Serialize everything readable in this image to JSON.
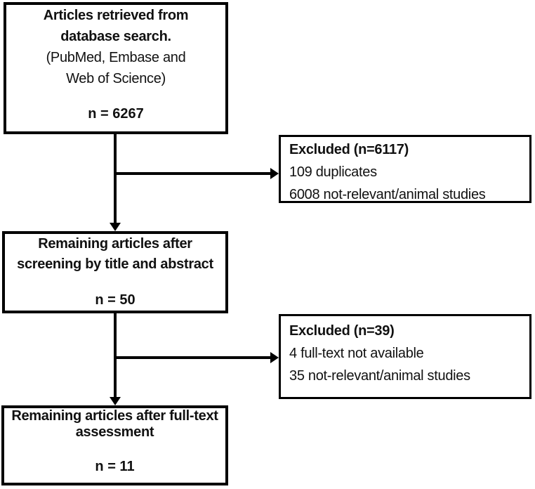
{
  "diagram": {
    "type": "flowchart-prisma",
    "colors": {
      "border": "#000000",
      "text": "#111111",
      "background": "#ffffff"
    },
    "boxes": {
      "retrieved": {
        "line1": "Articles retrieved from",
        "line2": "database search.",
        "line3": "(PubMed, Embase and",
        "line4": "Web of Science)",
        "count": "n = 6267"
      },
      "excluded1": {
        "title": "Excluded (n=6117)",
        "item1": "109 duplicates",
        "item2": "6008 not-relevant/animal studies"
      },
      "screening": {
        "line1": "Remaining articles after",
        "line2": "screening by title and abstract",
        "count": "n = 50"
      },
      "excluded2": {
        "title": "Excluded (n=39)",
        "item1": "4 full-text not available",
        "item2": "35 not-relevant/animal studies"
      },
      "fulltext": {
        "line1": "Remaining articles after full-text",
        "line2": "assessment",
        "count": "n = 11"
      }
    },
    "flow": [
      "retrieved -> screening (excluded1 branch)",
      "screening -> fulltext (excluded2 branch)"
    ]
  }
}
